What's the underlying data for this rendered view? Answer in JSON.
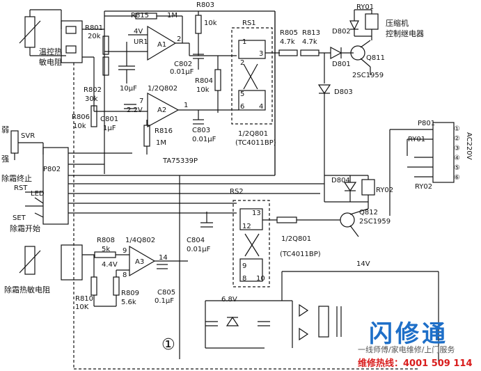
{
  "labels": {
    "r801": "R801",
    "r801v": "20k",
    "temp_sensor": "温控热",
    "temp_sensor2": "敏电阻",
    "r815": "R815",
    "r815v": "1M",
    "r803": "R803",
    "r803v": "10k",
    "v4": "4V",
    "ur1": "UR1",
    "a1": "A1",
    "a1p2": "2",
    "c802": "C802",
    "c802v": "0.01μF",
    "r802": "R802",
    "r802v": "30k",
    "c10": "10μF",
    "half_lm": "1/2Q802",
    "r804": "R804",
    "r804v": "10k",
    "rs1": "RS1",
    "p1": "1",
    "p2": "2",
    "p3": "3",
    "p5": "5",
    "p6": "6",
    "p4": "4",
    "r805": "R805",
    "r805v": "4.7k",
    "r813": "R813",
    "r813v": "4.7k",
    "ry01": "RY01",
    "comp_relay": "压缩机",
    "comp_relay2": "控制继电器",
    "d802": "D802",
    "d801": "D801",
    "q811": "Q811",
    "q811t": "2SC1959",
    "d803": "D803",
    "r806": "R806",
    "r806v": "10k",
    "c801": "C801",
    "c801v": "1μF",
    "v22": "2.2V",
    "a2": "A2",
    "a2p7": "7",
    "a2p1": "1",
    "r816": "R816",
    "r816v": "1M",
    "c803": "C803",
    "c803v": "0.01μF",
    "half_rs1": "1/2Q801",
    "tc1": "(TC4011BP)",
    "weak": "弱",
    "svr": "SVR",
    "strong": "强",
    "p802": "P802",
    "ta": "TA75339P",
    "defrost_end": "除霜终止",
    "rst": "RST",
    "led": "LED",
    "set": "SET",
    "defrost_start": "除霜开始",
    "d804": "D804",
    "ry02": "RY02",
    "rs2": "RS2",
    "p13": "13",
    "p12": "12",
    "p9": "9",
    "p8": "8",
    "p10": "10",
    "c804": "C804",
    "c804v": "0.01μF",
    "half_rs2": "1/2Q801",
    "tc2": "(TC4011BP)",
    "q812": "Q812",
    "q812t": "2SC1959",
    "r808": "R808",
    "r808v": "5k",
    "quarter": "1/4Q802",
    "a3p9": "9",
    "a3p8": "8",
    "a3p14": "14",
    "v44": "4.4V",
    "a3": "A3",
    "defrost_sensor": "除霜热敏电阻",
    "r810": "R810",
    "r810v": "10K",
    "r809": "R809",
    "r809v": "5.6k",
    "c805": "C805",
    "c805v": "0.1μF",
    "v14": "14V",
    "v68": "6.8V",
    "p801": "P801",
    "p801_ry01": "RY01",
    "p801_ry02": "RY02",
    "ac": "AC220V",
    "pin1": "①",
    "pin2": "②",
    "pin3": "③",
    "pin4": "④",
    "pin5": "⑤",
    "pin6": "⑥",
    "circled1": "①"
  },
  "watermark": {
    "brand": "闪修通",
    "tagline": "一线师傅/家电维修/上门服务",
    "hotline": "维修热线：4001 509 114"
  },
  "colors": {
    "line": "#111111",
    "brand_blue": "#1e6fc8",
    "hotline_red": "#d91c1c",
    "faded_red": "#e89a9a"
  }
}
